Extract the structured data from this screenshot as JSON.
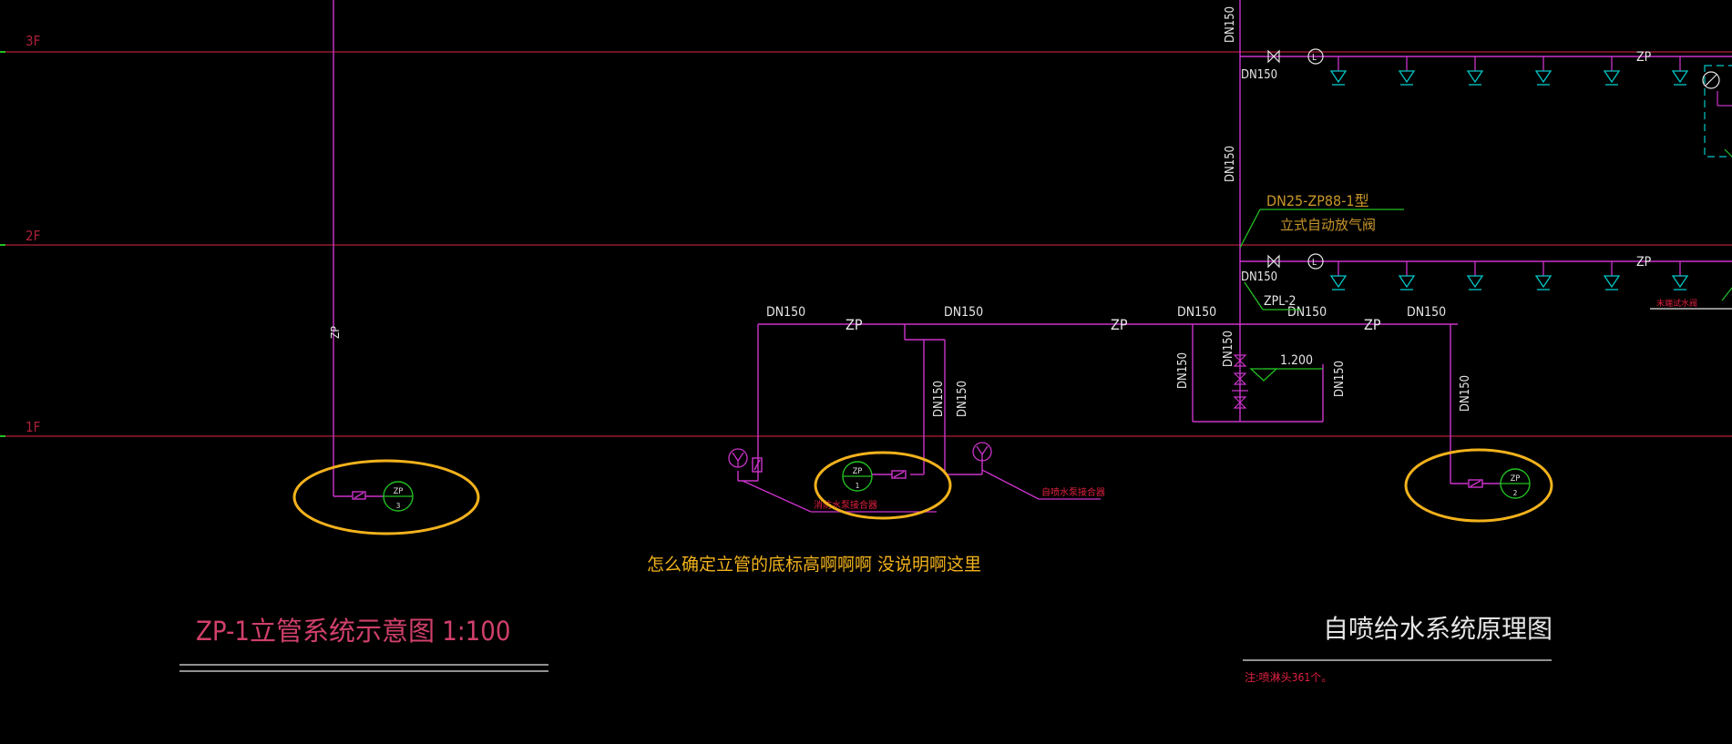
{
  "floors": [
    {
      "label": "3F"
    },
    {
      "label": "2F"
    },
    {
      "label": "1F"
    }
  ],
  "labels": {
    "zp": "ZP",
    "dn150": "DN150",
    "zp1": "ZP",
    "zp1_num": "1",
    "zp2": "ZP",
    "zp2_num": "2",
    "zp3": "ZP",
    "zp3_num": "3",
    "vent_model": "DN25-ZP88-1型",
    "vent_name": "立式自动放气阀",
    "zpl2": "ZPL-2",
    "elev": "1.200",
    "pump_adapter_left": "消防水泵接合器",
    "pump_adapter_right": "自喷水泵接合器",
    "small_note_right": "末端试水阀"
  },
  "annotation": "怎么确定立管的底标高啊啊啊 没说明啊这里",
  "titles": {
    "left": "ZP-1立管系统示意图 1:100",
    "right": "自喷给水系统原理图",
    "right_note": "注:喷淋头361个。"
  },
  "colors": {
    "pipe": "#cc33cc",
    "floor_line": "#b0203a",
    "text_white": "#e6e6e6",
    "sprinkler": "#00c8c8",
    "green": "#22c022",
    "highlight": "#f2b21c",
    "orange_text": "#c8962a",
    "pink_title": "#d0406a",
    "red_text": "#e02040"
  }
}
